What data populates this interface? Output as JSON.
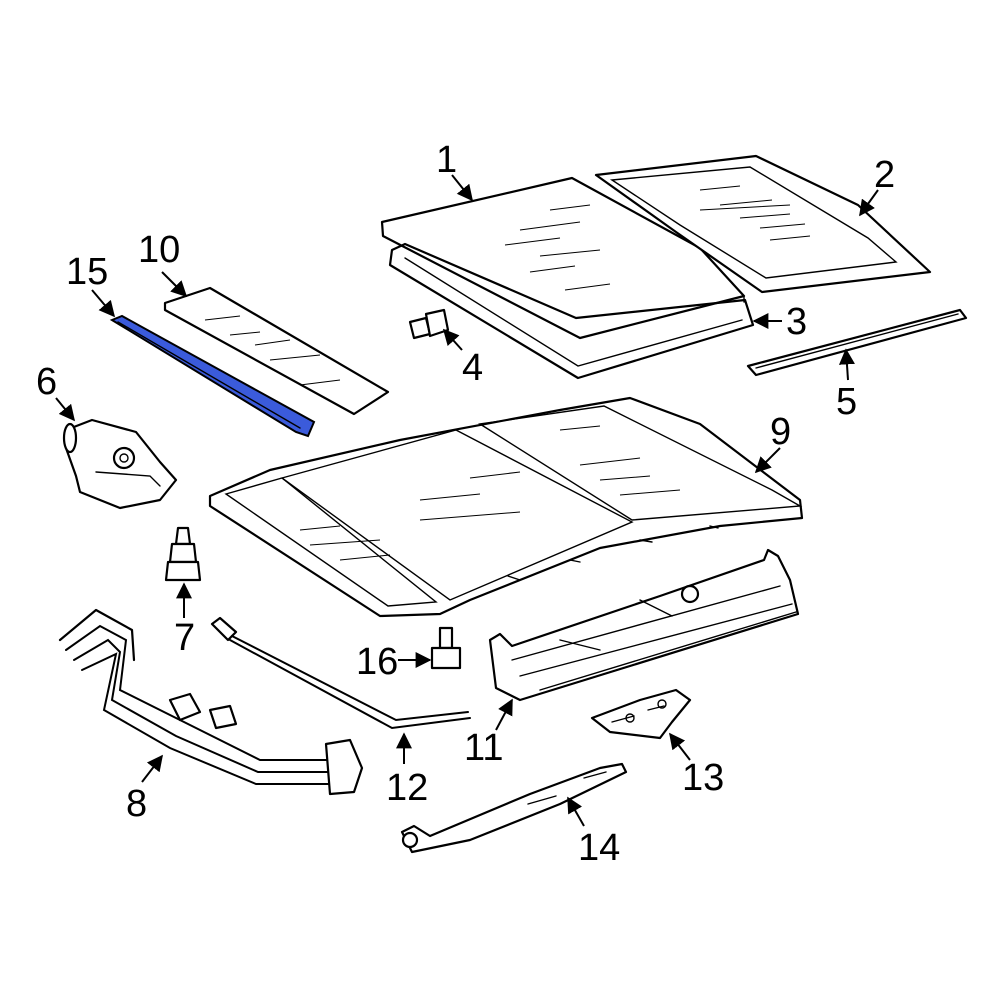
{
  "diagram": {
    "highlight_color": "#3b5bdb",
    "callouts": {
      "c1": "1",
      "c2": "2",
      "c3": "3",
      "c4": "4",
      "c5": "5",
      "c6": "6",
      "c7": "7",
      "c8": "8",
      "c9": "9",
      "c10": "10",
      "c11": "11",
      "c12": "12",
      "c13": "13",
      "c14": "14",
      "c15": "15",
      "c16": "16"
    }
  }
}
